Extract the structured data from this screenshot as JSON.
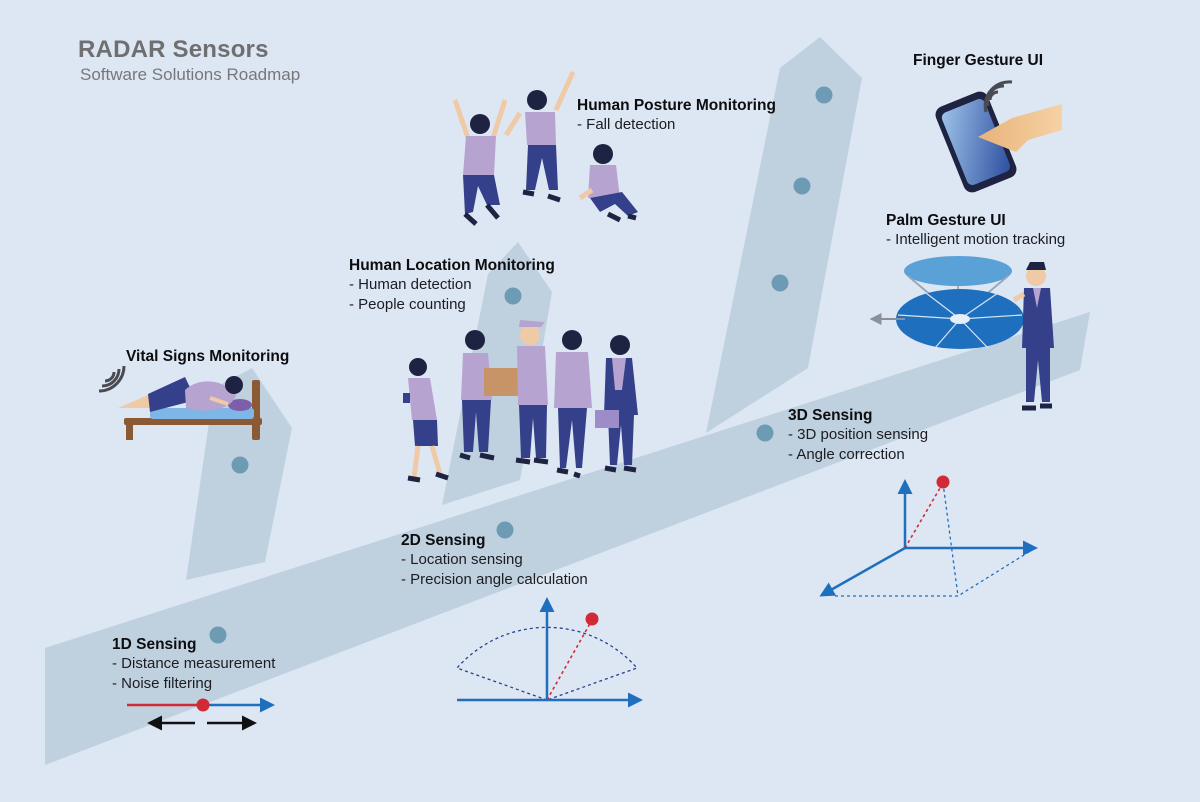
{
  "header": {
    "title": "RADAR Sensors",
    "subtitle": "Software Solutions Roadmap"
  },
  "colors": {
    "background": "#dde7f4",
    "path": "#bfd1df",
    "dot": "#6e9bb4",
    "axis_blue": "#1f6fbf",
    "target_red": "#d12a36",
    "figure_navy": "#34408a",
    "figure_lilac": "#b7a3d0"
  },
  "milestones": [
    {
      "title": "1D Sensing",
      "lines": [
        "- Distance measurement",
        "- Noise filtering"
      ]
    },
    {
      "title": "2D Sensing",
      "lines": [
        "- Location sensing",
        "- Precision angle calculation"
      ]
    },
    {
      "title": "3D Sensing",
      "lines": [
        "- 3D position sensing",
        "- Angle correction"
      ]
    }
  ],
  "applications": [
    {
      "title": "Vital Signs Monitoring",
      "lines": []
    },
    {
      "title": "Human Location Monitoring",
      "lines": [
        "- Human detection",
        "- People counting"
      ]
    },
    {
      "title": "Human Posture Monitoring",
      "lines": [
        "- Fall detection"
      ]
    },
    {
      "title": "Palm Gesture UI",
      "lines": [
        "- Intelligent motion tracking"
      ]
    },
    {
      "title": "Finger Gesture UI",
      "lines": []
    }
  ],
  "icons": [
    "radar-wave-icon",
    "bed-person-icon",
    "people-group-icon",
    "posture-people-icon",
    "smartphone-icon",
    "finger-hand-icon",
    "palm-radar-icon",
    "businessman-icon",
    "1d-axis-icon",
    "2d-sector-icon",
    "3d-axes-icon"
  ]
}
